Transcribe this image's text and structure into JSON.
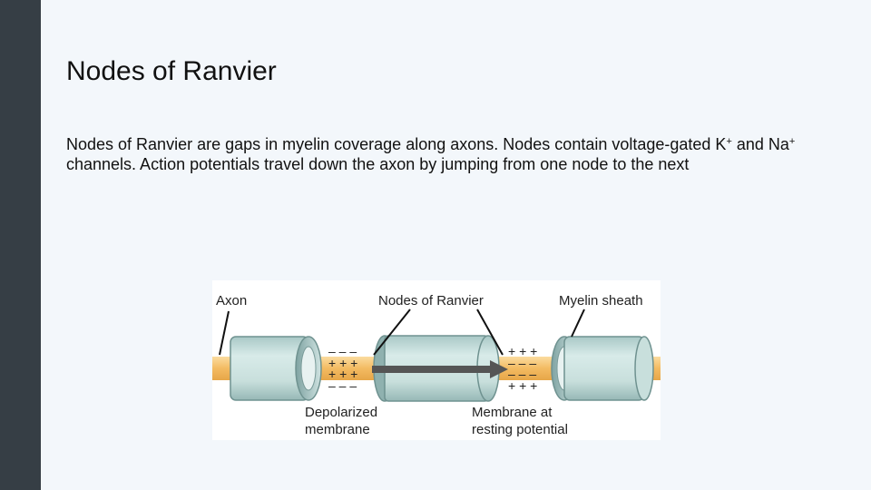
{
  "slide": {
    "title": "Nodes of Ranvier",
    "body": {
      "part1": "Nodes of Ranvier are gaps in myelin coverage along axons. Nodes contain voltage-gated K",
      "sup1": "+",
      "part2": " and Na",
      "sup2": "+",
      "part3": " channels. Action potentials travel down the axon by jumping from one node to the next"
    }
  },
  "figure": {
    "labels": {
      "axon": "Axon",
      "nodes": "Nodes of Ranvier",
      "myelin": "Myelin sheath",
      "depolarized_line1": "Depolarized",
      "depolarized_line2": "membrane",
      "resting_line1": "Membrane at",
      "resting_line2": "resting potential"
    },
    "charges": {
      "left_outer_top": "– – –",
      "left_inner_top": "+ + +",
      "left_inner_bottom": "+ + +",
      "left_outer_bottom": "– – –",
      "right_outer_top": "+ + +",
      "right_inner_top": "– – –",
      "right_inner_bottom": "– – –",
      "right_outer_bottom": "+ + +"
    }
  },
  "colors": {
    "sidebar": "#363e45",
    "background": "#f3f7fb",
    "axon": "#f5c06a",
    "myelin": "#c3dcd9",
    "arrow": "#555555"
  }
}
